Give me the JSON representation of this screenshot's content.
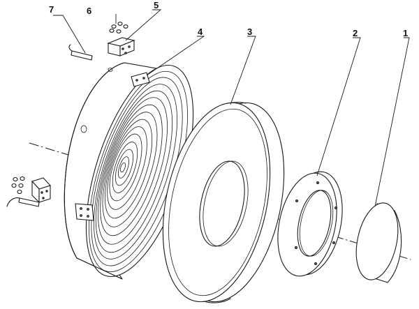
{
  "labels": {
    "l1": "1",
    "l2": "2",
    "l3": "3",
    "l4": "4",
    "l5": "5",
    "l6": "6",
    "l7": "7"
  },
  "colors": {
    "line": "#1a1a1a",
    "background": "#ffffff"
  }
}
